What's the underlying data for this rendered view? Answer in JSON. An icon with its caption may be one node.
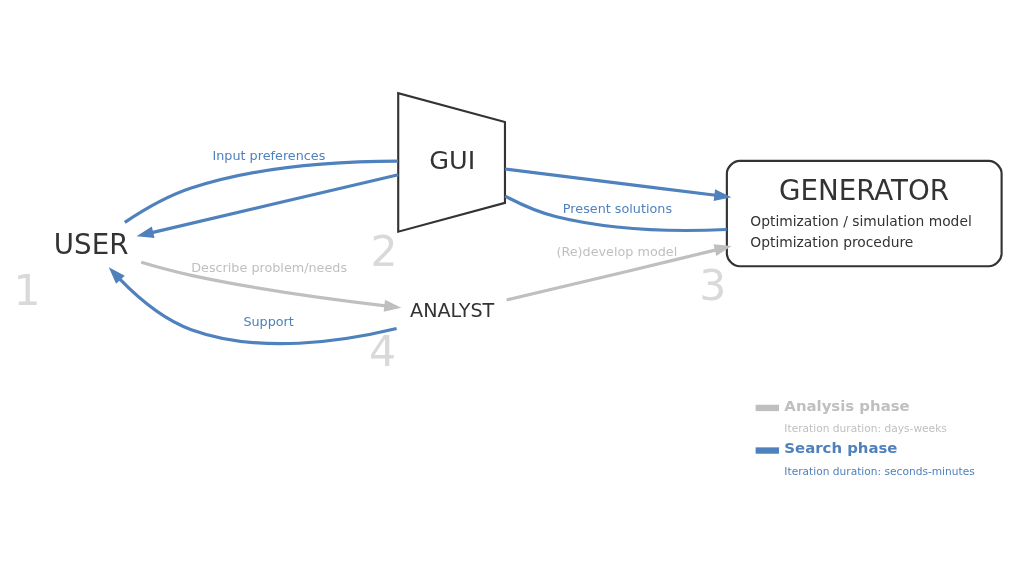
{
  "diagram": {
    "nodes": [
      {
        "text": [
          "USER"
        ],
        "beside": [
          "1"
        ]
      },
      {
        "text": [
          "GUI"
        ],
        "beside": [
          "2"
        ]
      },
      {
        "text": [
          "GENERATOR",
          "Optimization / simulation model",
          "Optimization procedure"
        ],
        "beside": [
          "3"
        ]
      },
      {
        "text": [
          "ANALYST"
        ],
        "beside": [
          "4"
        ]
      }
    ],
    "edges": [
      {
        "from": 0,
        "to": 1,
        "arrow": "none",
        "label": "Input preferences"
      },
      {
        "from": 1,
        "to": 2,
        "arrow": "to"
      },
      {
        "from": 2,
        "to": 1,
        "arrow": "none",
        "label": "Present solutions"
      },
      {
        "from": 1,
        "to": 0,
        "arrow": "to"
      },
      {
        "from": 0,
        "to": 3,
        "arrow": "to",
        "label": "Describe problem/needs",
        "color": "#bfbfbf"
      },
      {
        "from": 3,
        "to": 0,
        "arrow": "to",
        "label": "Support"
      },
      {
        "from": 3,
        "to": 2,
        "arrow": "to",
        "label": "(Re)develop model",
        "color": "#bfbfbf"
      }
    ],
    "legend": [
      {
        "text": "Analysis phase"
      },
      {
        "text": "Search phase"
      }
    ],
    "labels": [
      "Iteration duration: days-weeks",
      "Iteration duration: seconds-minutes"
    ]
  }
}
